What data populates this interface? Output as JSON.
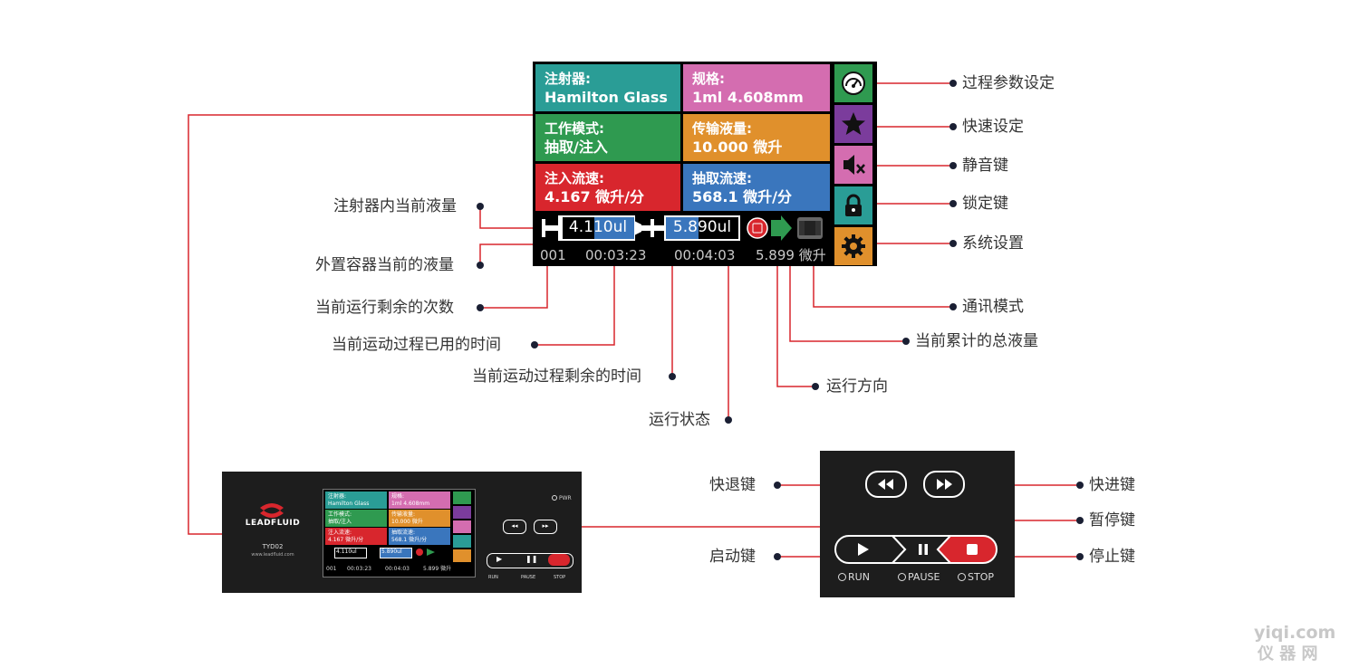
{
  "lcd": {
    "syringe_key": "注射器:",
    "syringe_val": "Hamilton Glass",
    "spec_key": "规格:",
    "spec_val": "1ml 4.608mm",
    "mode_key": "工作模式:",
    "mode_val": "抽取/注入",
    "transfer_key": "传输液量:",
    "transfer_val": "10.000  微升",
    "inject_key": "注入流速:",
    "inject_val": "4.167  微升/分",
    "withdraw_key": "抽取流速:",
    "withdraw_val": "568.1  微升/分",
    "syringe_volume": "4.110ul",
    "external_volume": "5.890ul",
    "remaining_count": "001",
    "elapsed_time": "00:03:23",
    "remaining_time": "00:04:03",
    "total_volume": "5.899 微升"
  },
  "callouts": {
    "process_params": "过程参数设定",
    "quick_set": "快速设定",
    "mute_key": "静音键",
    "lock_key": "锁定键",
    "system_settings": "系统设置",
    "comm_mode": "通讯模式",
    "total_accumulated": "当前累计的总液量",
    "run_direction": "运行方向",
    "run_status": "运行状态",
    "syringe_current": "注射器内当前液量",
    "external_current": "外置容器当前的液量",
    "remaining_runs": "当前运行剩余的次数",
    "elapsed": "当前运动过程已用的时间",
    "remaining": "当前运动过程剩余的时间",
    "rewind_key": "快退键",
    "forward_key": "快进键",
    "pause_key": "暂停键",
    "start_key": "启动键",
    "stop_key": "停止键"
  },
  "device": {
    "brand": "LEADFLUID",
    "model": "TYD02",
    "website": "www.leadfluid.com",
    "pwr": "PWR"
  },
  "keypad": {
    "run": "RUN",
    "pause": "PAUSE",
    "stop": "STOP"
  },
  "watermark": {
    "line1": "yiqi.com",
    "line2": "仪 器 网"
  },
  "colors": {
    "teal": "#2a9d96",
    "pink": "#d46db0",
    "green": "#2f9a50",
    "orange": "#e0902c",
    "red": "#d8262d",
    "blue": "#3a76bd",
    "purple": "#7b3c9c",
    "line": "#d8262d",
    "dot": "#1a1f33"
  }
}
